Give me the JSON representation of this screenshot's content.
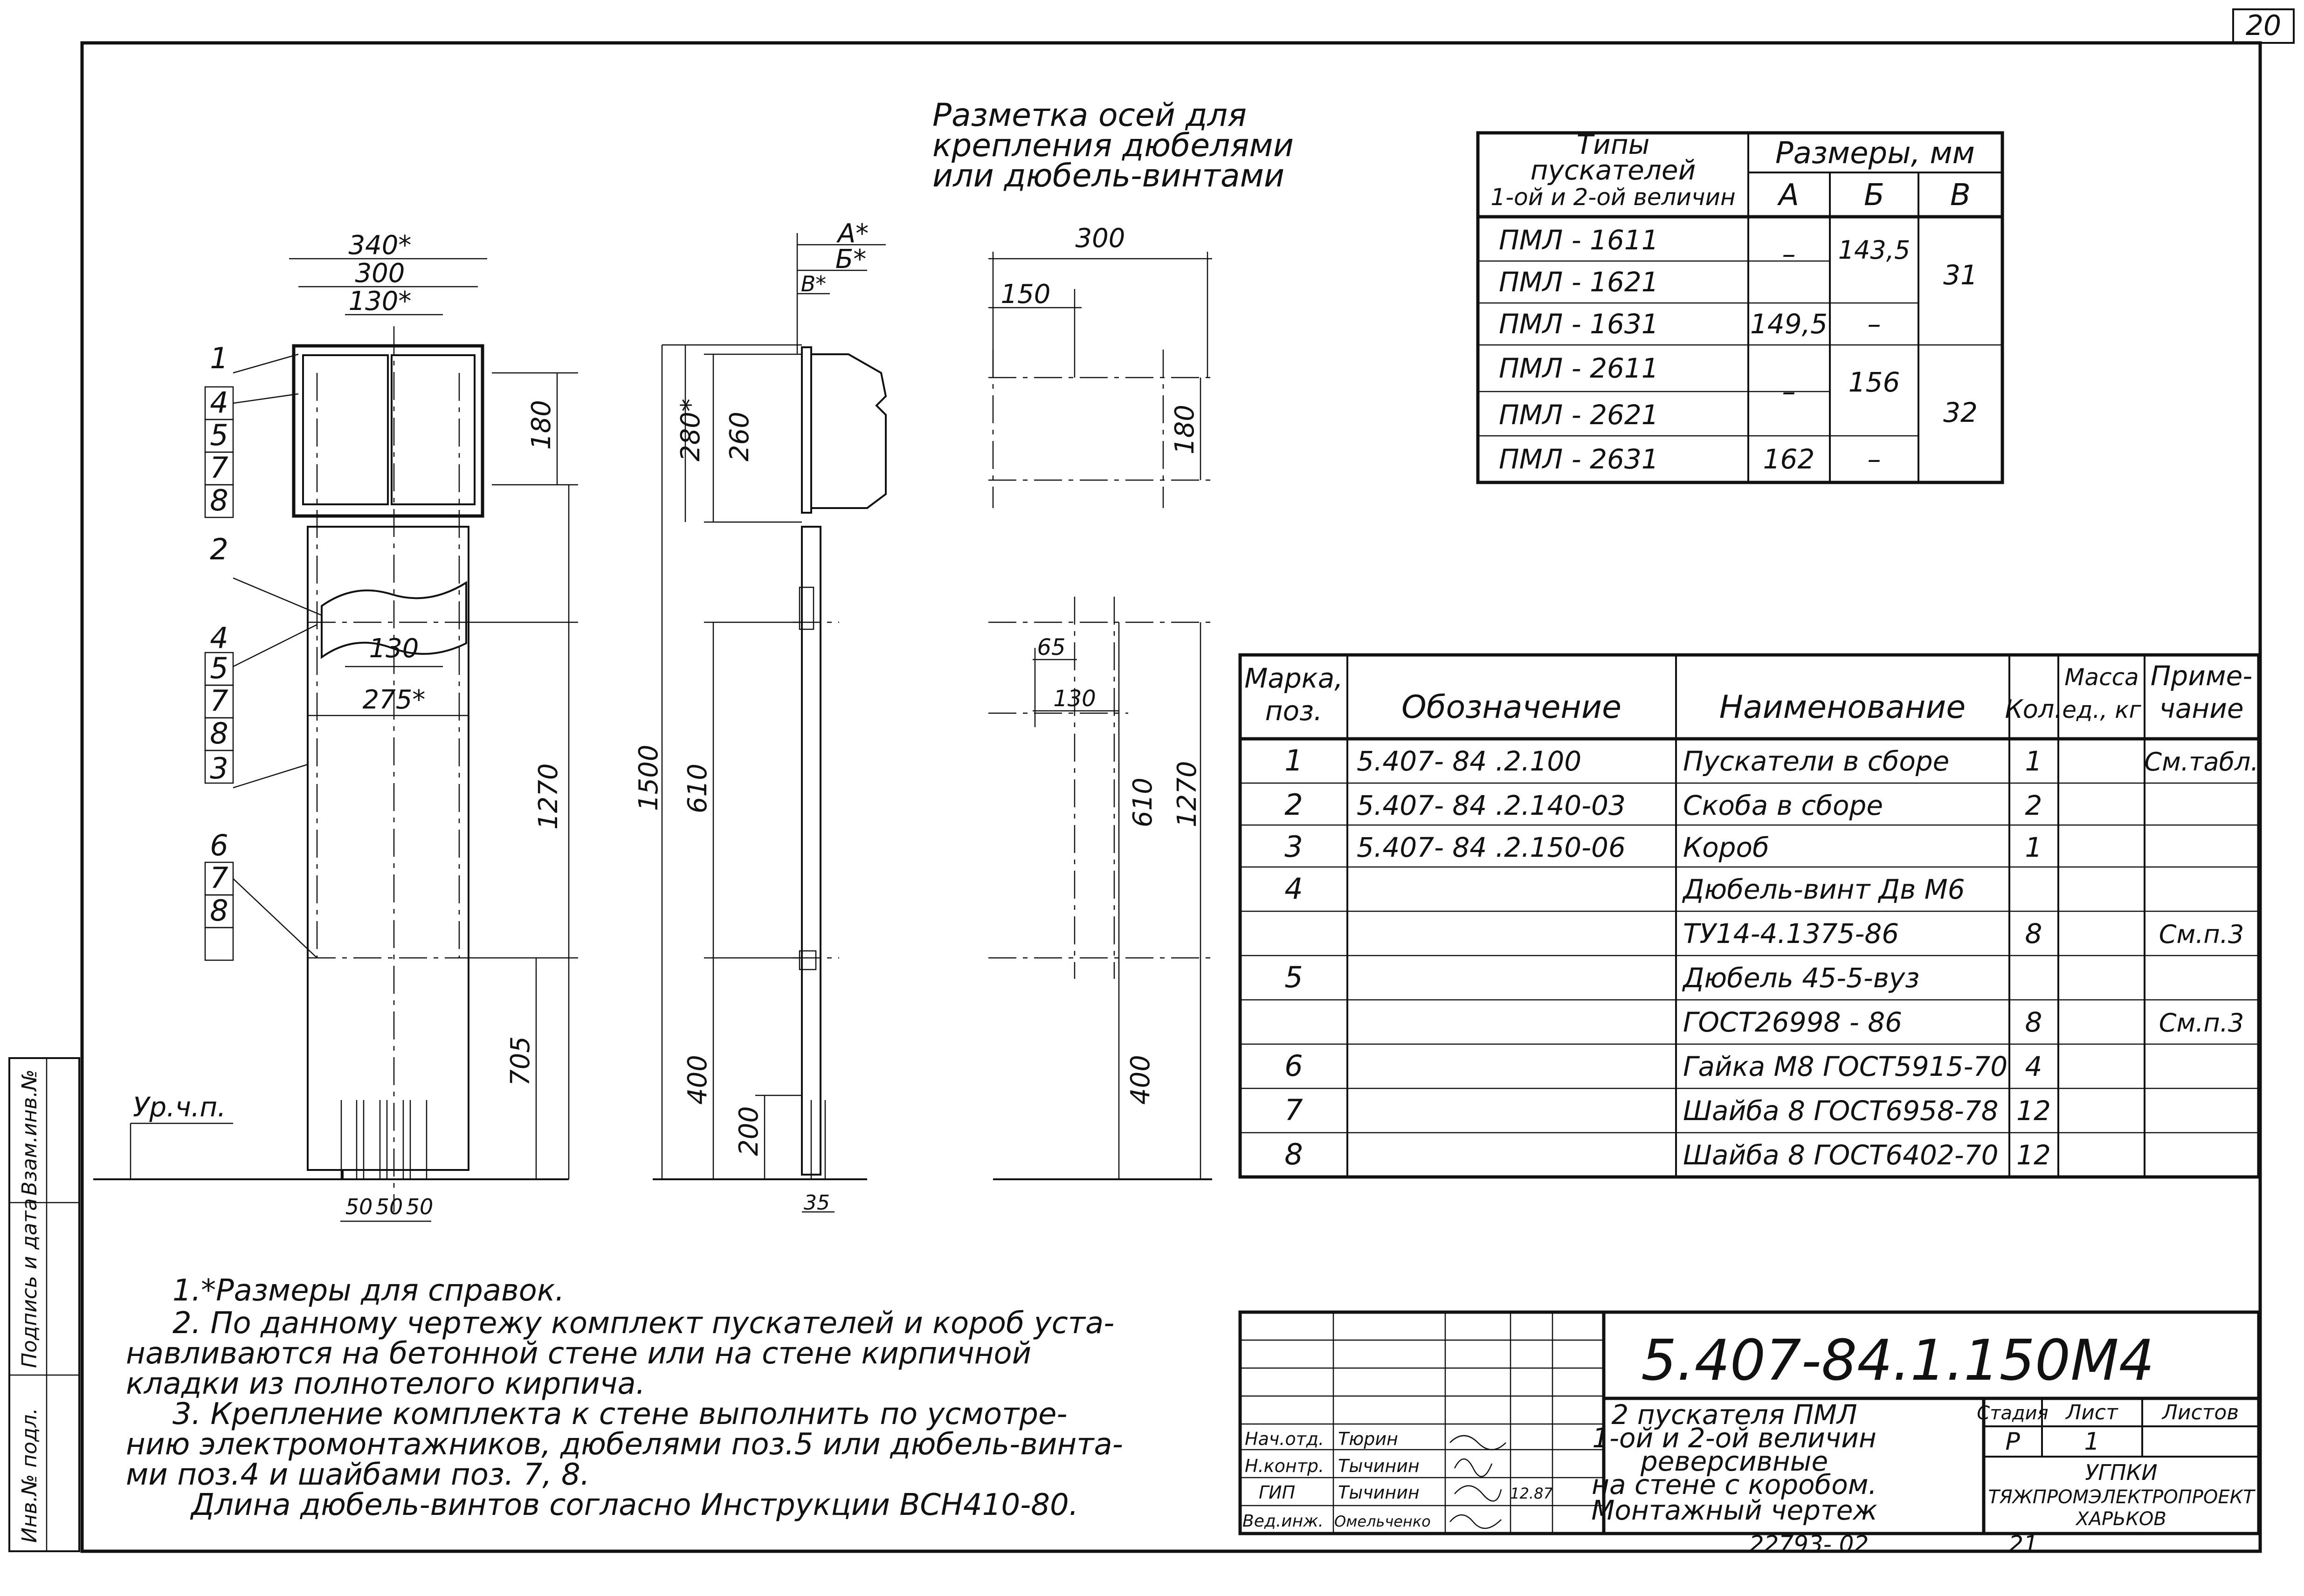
{
  "sheet": {
    "page_number": "20"
  },
  "markup_title": [
    "Разметка осей для",
    "крепления дюбелями",
    "или дюбель-винтами"
  ],
  "types_table": {
    "header_col1": [
      "Типы",
      "пускателей",
      "1-ой и 2-ой величин"
    ],
    "header_sizes": "Размеры, мм",
    "col_a": "А",
    "col_b": "Б",
    "col_v": "В",
    "rows": [
      {
        "type": "ПМЛ - 1611",
        "a": "",
        "b": "",
        "v": ""
      },
      {
        "type": "ПМЛ - 1621",
        "a": "",
        "b": "",
        "v": ""
      },
      {
        "type": "ПМЛ - 1631",
        "a": "149,5",
        "b": "–",
        "v": ""
      },
      {
        "type": "ПМЛ - 2611",
        "a": "",
        "b": "",
        "v": ""
      },
      {
        "type": "ПМЛ - 2621",
        "a": "",
        "b": "",
        "v": ""
      },
      {
        "type": "ПМЛ - 2631",
        "a": "162",
        "b": "–",
        "v": ""
      }
    ],
    "merged": {
      "a_1611_1621": "–",
      "b_1611_1621": "143,5",
      "v_16xx": "31",
      "a_2611_2621": "–",
      "b_2611_2621": "156",
      "v_26xx": "32"
    }
  },
  "spec_table": {
    "headers": {
      "mark": [
        "Марка,",
        "поз."
      ],
      "designation": "Обозначение",
      "name": "Наименование",
      "qty": "Кол.",
      "mass": [
        "Масса",
        "ед., кг"
      ],
      "note": [
        "Приме-",
        "чание"
      ]
    },
    "rows": [
      {
        "pos": "1",
        "designation": "5.407- 84 .2.100",
        "name": "Пускатели в сборе",
        "qty": "1",
        "mass": "",
        "note": "См.табл."
      },
      {
        "pos": "2",
        "designation": "5.407- 84 .2.140-03",
        "name": "Скоба в сборе",
        "qty": "2",
        "mass": "",
        "note": ""
      },
      {
        "pos": "3",
        "designation": "5.407- 84 .2.150-06",
        "name": "Короб",
        "qty": "1",
        "mass": "",
        "note": ""
      },
      {
        "pos": "4",
        "designation": "",
        "name": "Дюбель-винт Дв М6",
        "qty": "",
        "mass": "",
        "note": ""
      },
      {
        "pos": "",
        "designation": "",
        "name": "ТУ14-4.1375-86",
        "qty": "8",
        "mass": "",
        "note": "См.п.3"
      },
      {
        "pos": "5",
        "designation": "",
        "name": "Дюбель 45-5-вуз",
        "qty": "",
        "mass": "",
        "note": ""
      },
      {
        "pos": "",
        "designation": "",
        "name": "ГОСТ26998 - 86",
        "qty": "8",
        "mass": "",
        "note": "См.п.3"
      },
      {
        "pos": "6",
        "designation": "",
        "name": "Гайка М8 ГОСТ5915-70",
        "qty": "4",
        "mass": "",
        "note": ""
      },
      {
        "pos": "7",
        "designation": "",
        "name": "Шайба 8 ГОСТ6958-78",
        "qty": "12",
        "mass": "",
        "note": ""
      },
      {
        "pos": "8",
        "designation": "",
        "name": "Шайба 8 ГОСТ6402-70",
        "qty": "12",
        "mass": "",
        "note": ""
      }
    ]
  },
  "notes": [
    "1.*Размеры для справок.",
    "2. По данному чертежу комплект пускателей и короб уста-",
    "навливаются на бетонной стене или на стене кирпичной",
    "кладки из полнотелого кирпича.",
    "3. Крепление комплекта к стене выполнить по усмотре-",
    "нию электромонтажников, дюбелями поз.5 или дюбель-винта-",
    "ми поз.4 и шайбами поз. 7, 8.",
    "Длина дюбель-винтов согласно Инструкции ВСН410-80."
  ],
  "title_block": {
    "code": "5.407-84.1.150М4",
    "description": [
      "2 пускателя ПМЛ",
      "1-ой и 2-ой величин",
      "реверсивные",
      "на стене с коробом.",
      "Монтажный чертеж"
    ],
    "stage_label": "Стадия",
    "sheet_label": "Лист",
    "sheets_label": "Листов",
    "stage": "Р",
    "sheet": "1",
    "sheets": "",
    "org": [
      "УГПКИ",
      "ТЯЖПРОМЭЛЕКТРОПРОЕКТ",
      "ХАРЬКОВ"
    ],
    "signers": [
      {
        "role": "Нач.отд.",
        "name": "Тюрин",
        "date": ""
      },
      {
        "role": "Н.контр.",
        "name": "Тычинин",
        "date": ""
      },
      {
        "role": "ГИП",
        "name": "Тычинин",
        "date": "12.87"
      },
      {
        "role": "Вед.инж.",
        "name": "Омельченко",
        "date": ""
      }
    ],
    "archive_number": "22793- 02",
    "archive_sheet": "21"
  },
  "side_stamp": {
    "labels": [
      "Инв.№ подл.",
      "Подпись и дата",
      "Взам.инв.№"
    ]
  },
  "drawing": {
    "front": {
      "dim_340": "340*",
      "dim_300": "300",
      "dim_130s": "130*",
      "dim_180": "180",
      "dim_130": "130",
      "dim_275": "275*",
      "dim_1270": "1270",
      "dim_705": "705",
      "dim_50a": "50",
      "dim_50b": "50",
      "dim_50c": "50",
      "callouts": [
        "1",
        "4",
        "5",
        "7",
        "8",
        "2",
        "4",
        "5",
        "7",
        "8",
        "3",
        "6",
        "7",
        "8"
      ],
      "floor_label": "Ур.ч.п."
    },
    "side": {
      "dim_a": "А*",
      "dim_b": "Б*",
      "dim_v": "В*",
      "dim_280": "280*",
      "dim_260": "260",
      "dim_1500": "1500",
      "dim_610": "610",
      "dim_400": "400",
      "dim_200": "200",
      "dim_35": "35"
    },
    "markup": {
      "dim_300": "300",
      "dim_150": "150",
      "dim_180": "180",
      "dim_65": "65",
      "dim_130": "130",
      "dim_610": "610",
      "dim_1270": "1270",
      "dim_400": "400"
    }
  }
}
